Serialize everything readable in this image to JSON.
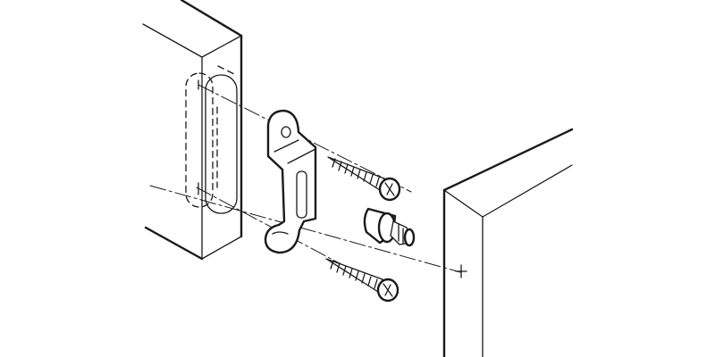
{
  "figure": {
    "type": "exploded assembly line drawing",
    "colors": {
      "line": "#1a1a1a",
      "background": "#ffffff"
    },
    "parts": [
      "left-panel",
      "connector-bracket",
      "upper-screw",
      "lower-screw",
      "threaded-dowel",
      "right-panel"
    ]
  }
}
